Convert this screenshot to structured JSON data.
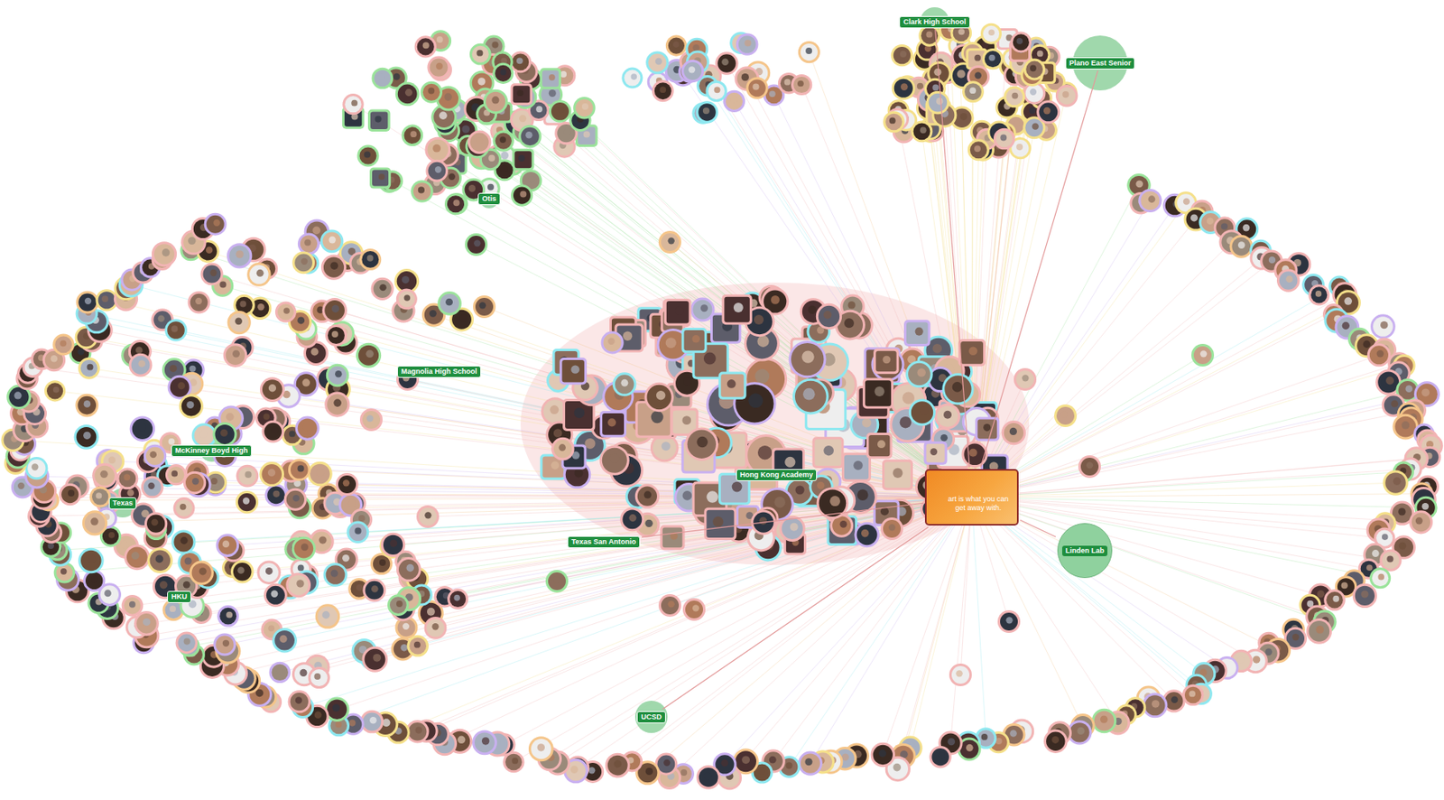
{
  "diagram": {
    "nodes": [
      {
        "text": [
          "Clark High School"
        ]
      },
      {
        "text": [
          "Plano East Senior"
        ]
      },
      {
        "text": [
          "Otis"
        ]
      },
      {
        "text": [
          "Magnolia High School"
        ]
      },
      {
        "text": [
          "McKinney Boyd High"
        ]
      },
      {
        "text": [
          "Hong Kong Academy"
        ]
      },
      {
        "text": [
          "art is what you can get away with."
        ]
      },
      {
        "text": [
          "Texas"
        ]
      },
      {
        "text": [
          "Texas San Antonio"
        ]
      },
      {
        "text": [
          "Linden Lab"
        ]
      },
      {
        "text": [
          "HKU"
        ]
      },
      {
        "text": [
          "UCSD"
        ]
      }
    ],
    "edges": [
      {
        "from": 6,
        "to": 0,
        "arrow": "none"
      },
      {
        "from": 6,
        "to": 1,
        "arrow": "none"
      },
      {
        "from": 6,
        "to": 8,
        "arrow": "none"
      },
      {
        "from": 6,
        "to": 9,
        "arrow": "none"
      },
      {
        "from": 6,
        "to": 11,
        "arrow": "none"
      }
    ]
  }
}
